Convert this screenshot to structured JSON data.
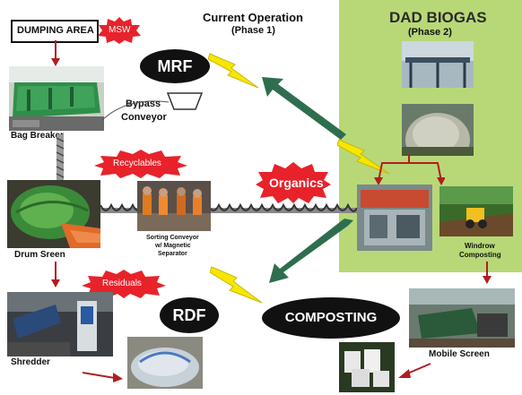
{
  "phase1": {
    "title": "Current Operation",
    "subtitle": "(Phase 1)"
  },
  "phase2": {
    "title": "DAD BIOGAS",
    "subtitle": "(Phase 2)",
    "panel_color": "#b8d878"
  },
  "labels": {
    "dumping_area": "DUMPING AREA",
    "msw": "MSW",
    "mrf": "MRF",
    "bypass_conveyor_line1": "Bypass",
    "bypass_conveyor_line2": "Conveyor",
    "bag_breaker": "Bag Breaker",
    "recyclables": "Recyclables",
    "drum_screen": "Drum Sreen",
    "sorting_conveyor_line1": "Sorting Conveyor",
    "sorting_conveyor_line2": "w/ Magnetic",
    "sorting_conveyor_line3": "Separator",
    "organics": "Organics",
    "residuals": "Residuals",
    "rdf": "RDF",
    "composting": "COMPOSTING",
    "shredder": "Shredder",
    "windrow_line1": "Windrow",
    "windrow_line2": "Composting",
    "mobile_screen": "Mobile Screen"
  },
  "colors": {
    "burst_red": "#e8222a",
    "arrow_dark_red": "#b01e1e",
    "arrow_green": "#2e6e4e",
    "bolt_yellow": "#f7e600",
    "oval_black": "#111111"
  }
}
